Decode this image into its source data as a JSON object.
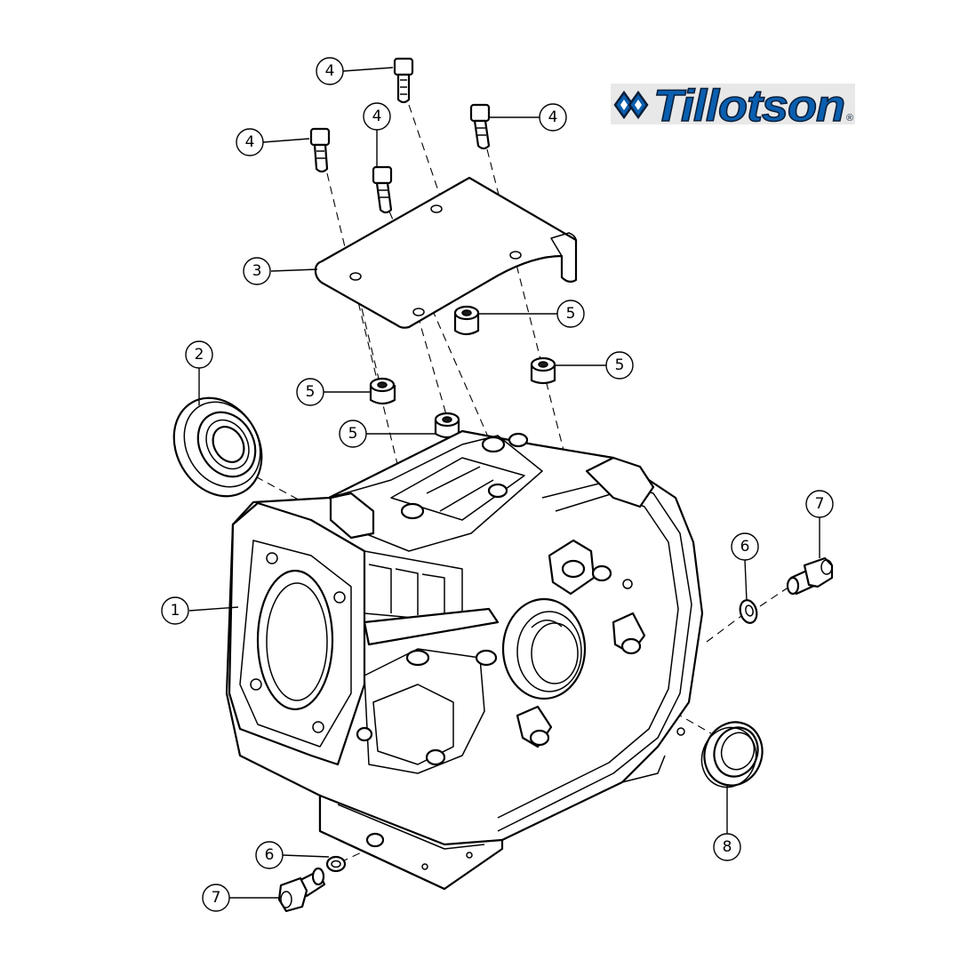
{
  "logo": {
    "text": "Tillotson",
    "registered": "®",
    "text_color": "#0a5fb0",
    "outline_color": "#0b1f3a",
    "background": "#e8e8e8"
  },
  "callouts": [
    {
      "id": "c-1",
      "label": "1"
    },
    {
      "id": "c-2",
      "label": "2"
    },
    {
      "id": "c-3",
      "label": "3"
    },
    {
      "id": "c-4a",
      "label": "4"
    },
    {
      "id": "c-4b",
      "label": "4"
    },
    {
      "id": "c-4c",
      "label": "4"
    },
    {
      "id": "c-4d",
      "label": "4"
    },
    {
      "id": "c-5a",
      "label": "5"
    },
    {
      "id": "c-5b",
      "label": "5"
    },
    {
      "id": "c-5c",
      "label": "5"
    },
    {
      "id": "c-5d",
      "label": "5"
    },
    {
      "id": "c-6a",
      "label": "6"
    },
    {
      "id": "c-6b",
      "label": "6"
    },
    {
      "id": "c-7a",
      "label": "7"
    },
    {
      "id": "c-7b",
      "label": "7"
    },
    {
      "id": "c-8",
      "label": "8"
    }
  ]
}
